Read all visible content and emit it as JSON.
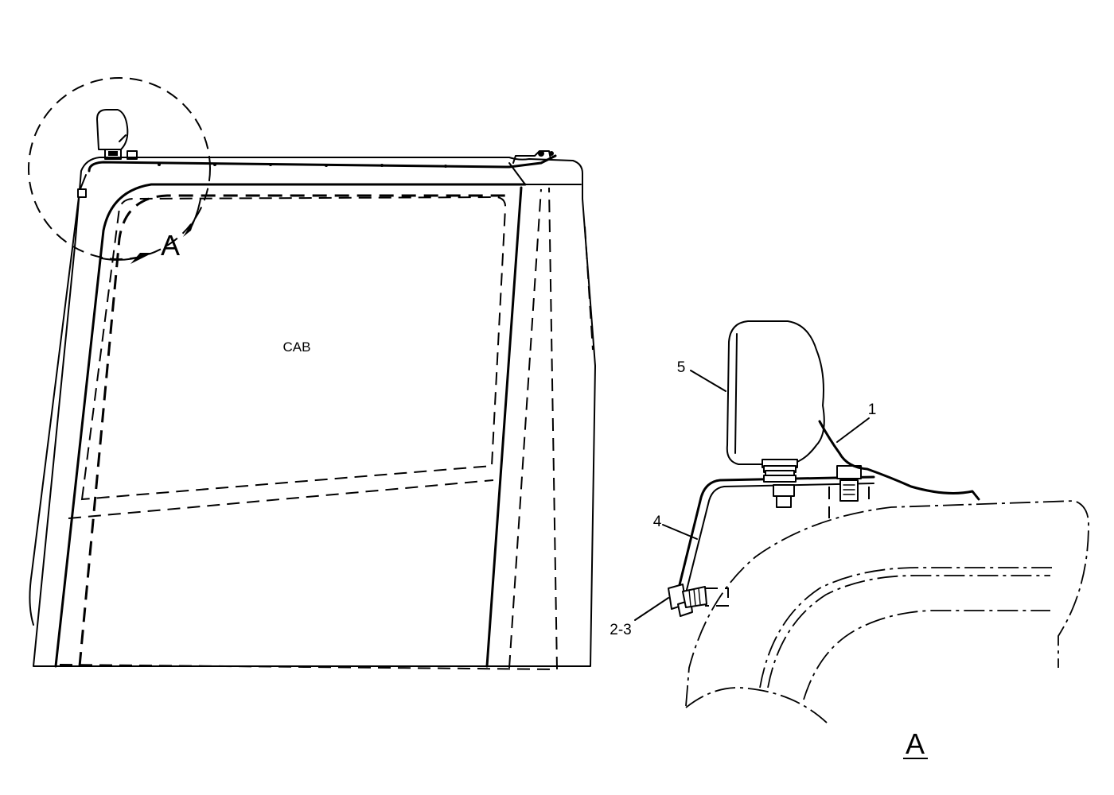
{
  "diagram": {
    "cab_label": "CAB",
    "detail_marker": "A",
    "detail_view_title": "A",
    "callouts": [
      {
        "id": "5",
        "text": "5"
      },
      {
        "id": "1",
        "text": "1"
      },
      {
        "id": "4",
        "text": "4"
      },
      {
        "id": "2-3",
        "text": "2-3"
      }
    ]
  }
}
